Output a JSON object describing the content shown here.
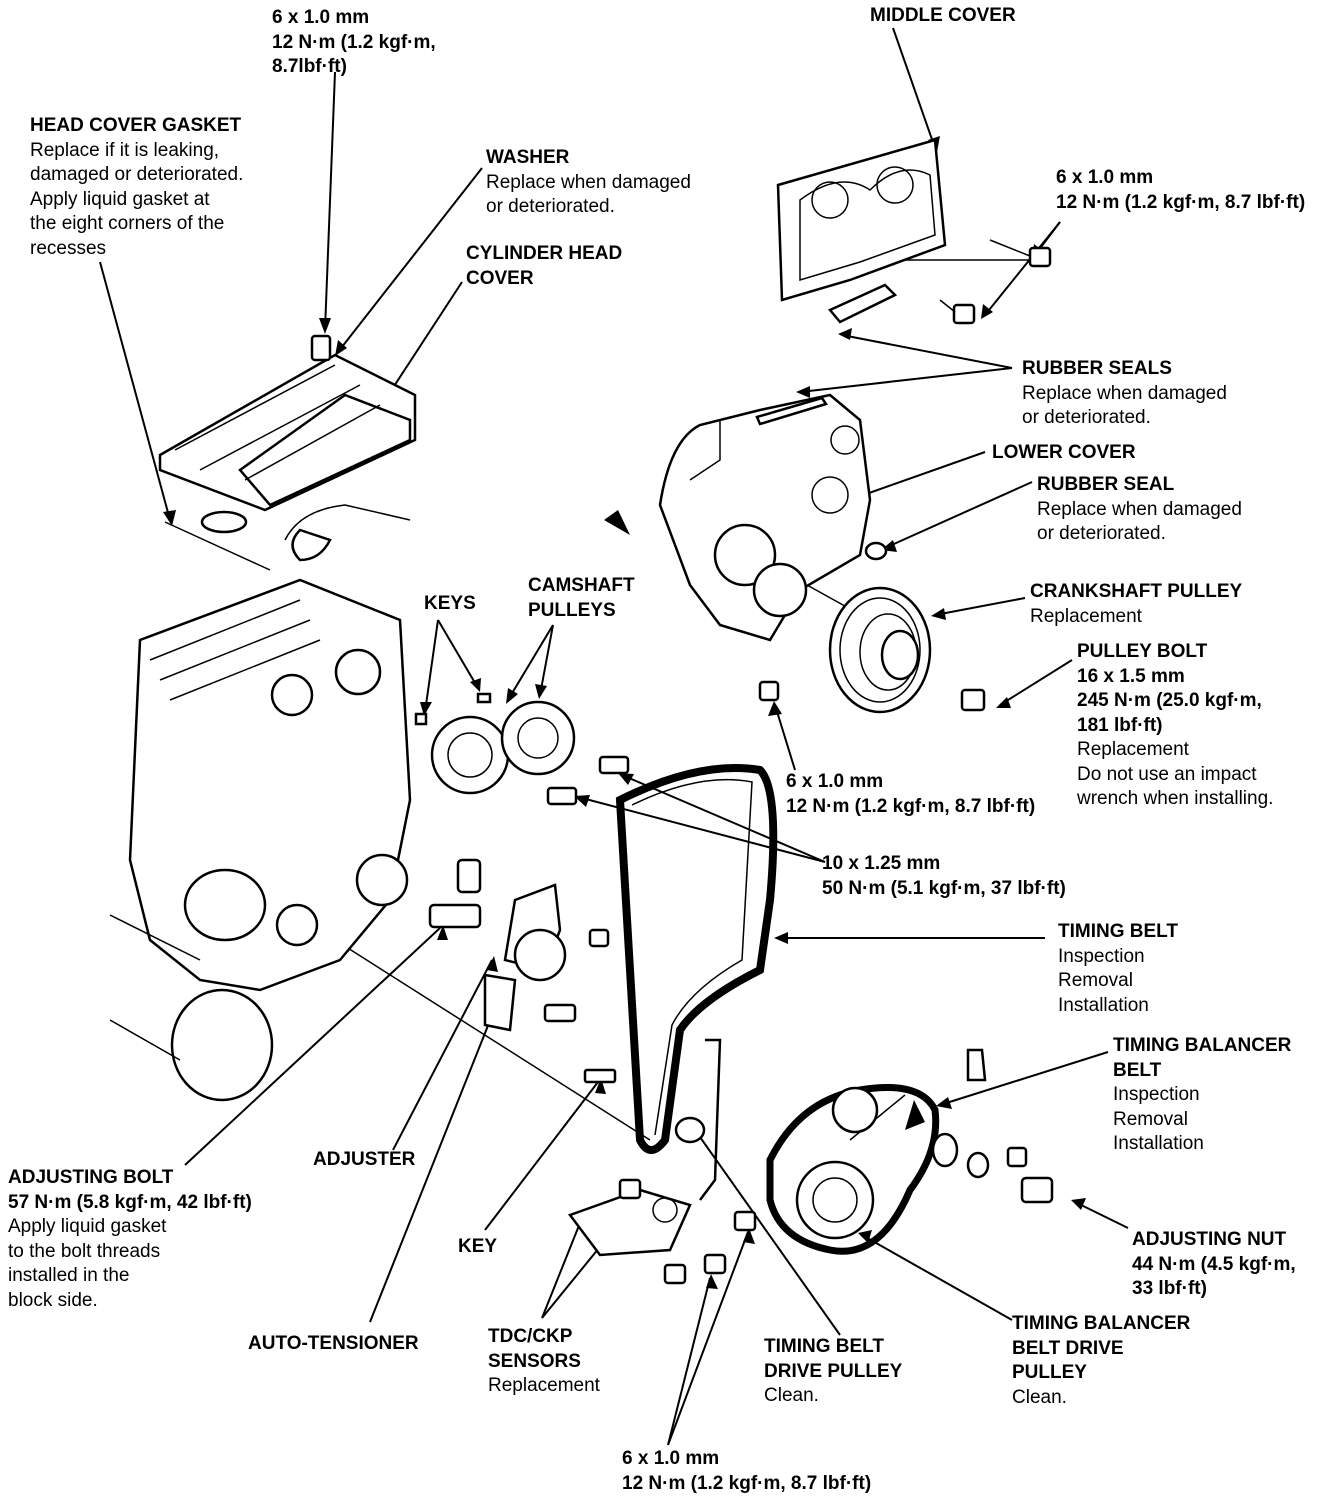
{
  "labels": {
    "head_bolt": {
      "title": [
        "6 x 1.0 mm",
        "12 N·m (1.2 kgf·m,",
        "8.7lbf·ft)"
      ],
      "desc": []
    },
    "head_gasket": {
      "title": [
        "HEAD COVER GASKET"
      ],
      "desc": [
        "Replace if it is leaking,",
        "damaged or deteriorated.",
        "Apply liquid gasket at",
        "the eight corners of the",
        "recesses"
      ]
    },
    "washer": {
      "title": [
        "WASHER"
      ],
      "desc": [
        "Replace when damaged",
        "or deteriorated."
      ]
    },
    "cyl_head_cover": {
      "title": [
        "CYLINDER HEAD",
        "COVER"
      ],
      "desc": []
    },
    "middle_cover": {
      "title": [
        "MIDDLE COVER"
      ],
      "desc": []
    },
    "middle_bolt": {
      "title": [
        "6 x 1.0 mm",
        "12 N·m (1.2 kgf·m, 8.7 lbf·ft)"
      ],
      "desc": []
    },
    "rubber_seals": {
      "title": [
        "RUBBER SEALS"
      ],
      "desc": [
        "Replace when damaged",
        "or deteriorated."
      ]
    },
    "lower_cover": {
      "title": [
        "LOWER COVER"
      ],
      "desc": []
    },
    "rubber_seal": {
      "title": [
        "RUBBER SEAL"
      ],
      "desc": [
        "Replace when damaged",
        "or deteriorated."
      ]
    },
    "crank_pulley": {
      "title": [
        "CRANKSHAFT PULLEY"
      ],
      "desc": [
        "Replacement"
      ]
    },
    "pulley_bolt": {
      "title": [
        "PULLEY BOLT",
        "16 x 1.5 mm",
        "245 N·m (25.0 kgf·m,",
        "181 lbf·ft)"
      ],
      "desc": [
        "Replacement",
        "Do not use an impact",
        "wrench when installing."
      ]
    },
    "keys": {
      "title": [
        "KEYS"
      ],
      "desc": []
    },
    "cam_pulleys": {
      "title": [
        "CAMSHAFT",
        "PULLEYS"
      ],
      "desc": []
    },
    "lower_bolt": {
      "title": [
        "6 x 1.0 mm",
        "12 N·m (1.2 kgf·m, 8.7 lbf·ft)"
      ],
      "desc": []
    },
    "cam_bolt": {
      "title": [
        "10 x 1.25 mm",
        "50 N·m (5.1 kgf·m, 37 lbf·ft)"
      ],
      "desc": []
    },
    "timing_belt": {
      "title": [
        "TIMING BELT"
      ],
      "desc": [
        "Inspection",
        "Removal",
        "Installation"
      ]
    },
    "balancer_belt": {
      "title": [
        "TIMING BALANCER",
        "BELT"
      ],
      "desc": [
        "Inspection",
        "Removal",
        "Installation"
      ]
    },
    "adj_bolt": {
      "title": [
        "ADJUSTING BOLT",
        "57 N·m (5.8 kgf·m, 42 lbf·ft)"
      ],
      "desc": [
        "Apply liquid gasket",
        "to the bolt threads",
        "installed in the",
        "block side."
      ]
    },
    "adjuster": {
      "title": [
        "ADJUSTER"
      ],
      "desc": []
    },
    "key": {
      "title": [
        "KEY"
      ],
      "desc": []
    },
    "adj_nut": {
      "title": [
        "ADJUSTING NUT",
        "44 N·m (4.5 kgf·m,",
        "33 lbf·ft)"
      ],
      "desc": []
    },
    "auto_tensioner": {
      "title": [
        "AUTO-TENSIONER"
      ],
      "desc": []
    },
    "tdc_sensors": {
      "title": [
        "TDC/CKP",
        "SENSORS"
      ],
      "desc": [
        "Replacement"
      ]
    },
    "drive_pulley": {
      "title": [
        "TIMING BELT",
        "DRIVE PULLEY"
      ],
      "desc": [
        "Clean."
      ]
    },
    "bal_drive_pulley": {
      "title": [
        "TIMING BALANCER",
        "BELT DRIVE",
        "PULLEY"
      ],
      "desc": [
        "Clean."
      ]
    },
    "bottom_bolt": {
      "title": [
        "6 x 1.0 mm",
        "12 N·m (1.2 kgf·m, 8.7 lbf·ft)"
      ],
      "desc": []
    }
  }
}
